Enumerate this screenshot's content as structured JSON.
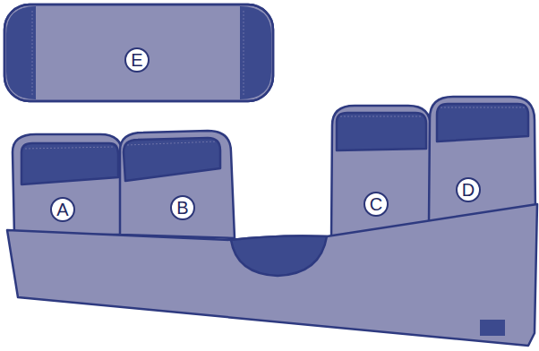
{
  "diagram": {
    "labels": [
      "E",
      "A",
      "B",
      "C",
      "D"
    ]
  }
}
